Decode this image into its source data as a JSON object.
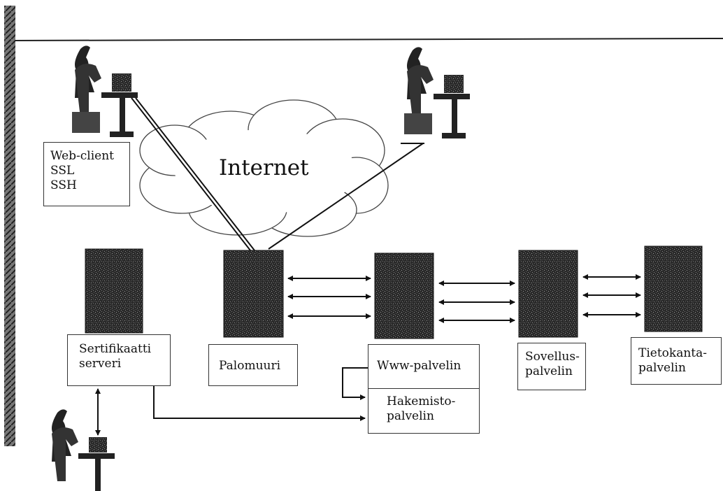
{
  "internet": {
    "label": "Internet"
  },
  "client_box": {
    "lines": [
      "Web-client",
      "SSL",
      "SSH"
    ]
  },
  "certificate_server": {
    "line1": "Sertifikaatti",
    "line2": "serveri"
  },
  "firewall": {
    "label": "Palomuuri"
  },
  "www_server": {
    "label": "Www-palvelin"
  },
  "directory_server": {
    "line1": "Hakemisto-",
    "line2": "palvelin"
  },
  "application_server": {
    "line1": "Sovellus-",
    "line2": "palvelin"
  },
  "database_server": {
    "line1": "Tietokanta-",
    "line2": "palvelin"
  }
}
